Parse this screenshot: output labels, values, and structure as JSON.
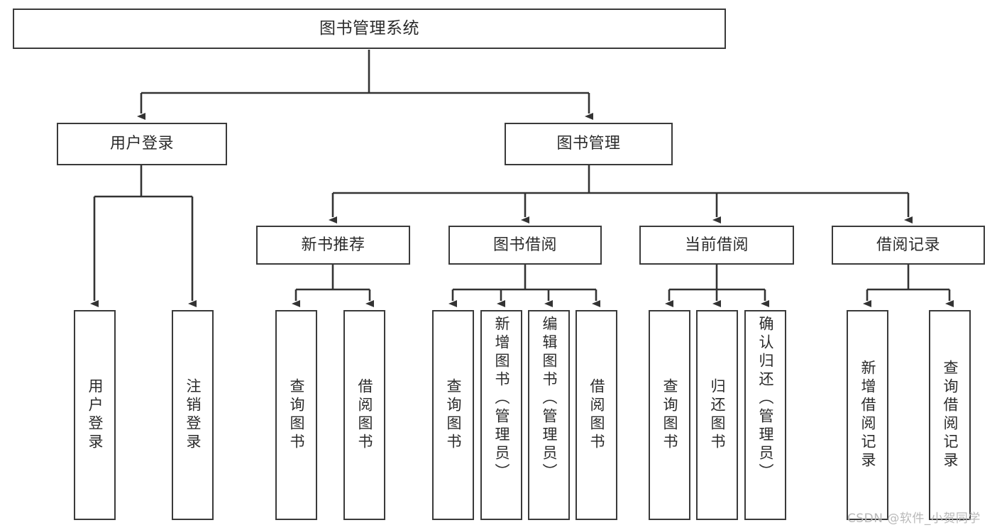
{
  "diagram": {
    "title": "图书管理系统",
    "type": "hierarchy-tree",
    "colors": {
      "box_border": "#3a3a3a",
      "box_fill": "#ffffff",
      "text": "#2b2b2b",
      "edge": "#333333",
      "watermark": "#b9b9b9",
      "background": "#ffffff"
    },
    "nodes": {
      "root": {
        "label": "图书管理系统"
      },
      "level1": [
        {
          "id": "user-login",
          "label": "用户登录"
        },
        {
          "id": "book-manage",
          "label": "图书管理"
        }
      ],
      "level2": [
        {
          "id": "new-book-recommend",
          "label": "新书推荐"
        },
        {
          "id": "book-borrow",
          "label": "图书借阅"
        },
        {
          "id": "current-borrow",
          "label": "当前借阅"
        },
        {
          "id": "borrow-record",
          "label": "借阅记录"
        }
      ],
      "leaves": [
        {
          "id": "leaf-user-login",
          "label": "用户登录",
          "parent": "user-login"
        },
        {
          "id": "leaf-logout-login",
          "label": "注销登录",
          "parent": "user-login"
        },
        {
          "id": "leaf-query-book-1",
          "label": "查询图书",
          "parent": "new-book-recommend"
        },
        {
          "id": "leaf-borrow-book-1",
          "label": "借阅图书",
          "parent": "new-book-recommend"
        },
        {
          "id": "leaf-query-book-2",
          "label": "查询图书",
          "parent": "book-borrow"
        },
        {
          "id": "leaf-add-book-admin",
          "label": "新增图书（管理员）",
          "parent": "book-borrow"
        },
        {
          "id": "leaf-edit-book-admin",
          "label": "编辑图书（管理员）",
          "parent": "book-borrow"
        },
        {
          "id": "leaf-borrow-book-2",
          "label": "借阅图书",
          "parent": "book-borrow"
        },
        {
          "id": "leaf-query-book-3",
          "label": "查询图书",
          "parent": "current-borrow"
        },
        {
          "id": "leaf-return-book",
          "label": "归还图书",
          "parent": "current-borrow"
        },
        {
          "id": "leaf-confirm-return-admin",
          "label": "确认归还（管理员）",
          "parent": "current-borrow"
        },
        {
          "id": "leaf-add-borrow-record",
          "label": "新增借阅记录",
          "parent": "borrow-record"
        },
        {
          "id": "leaf-query-borrow-record",
          "label": "查询借阅记录",
          "parent": "borrow-record"
        }
      ]
    },
    "watermark": "CSDN @软件_小贺同学"
  }
}
